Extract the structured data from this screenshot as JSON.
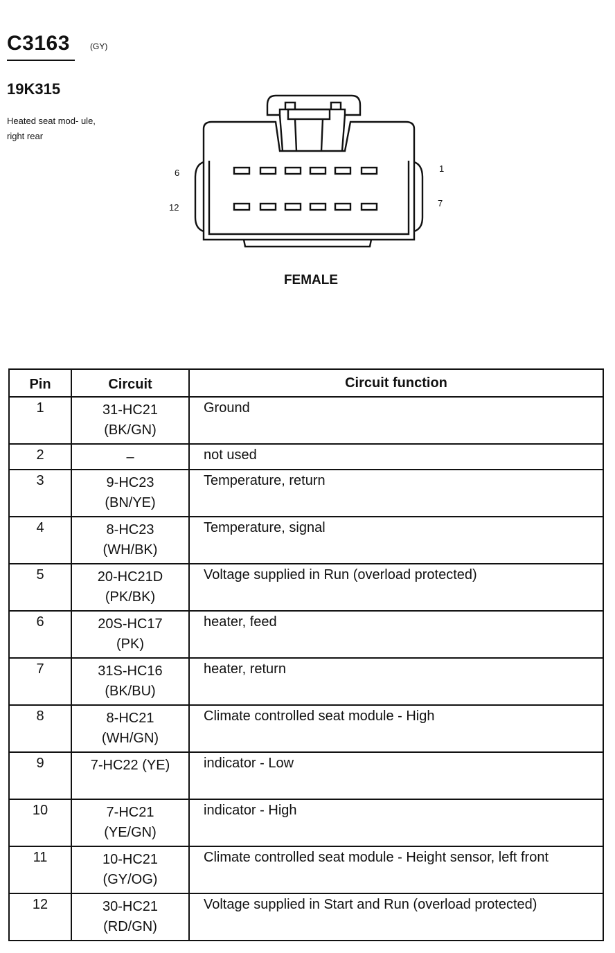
{
  "connector": {
    "id": "C3163",
    "color": "(GY)",
    "part_number": "19K315",
    "description": "Heated seat mod- ule, right rear",
    "gender": "FEMALE",
    "pin_labels": {
      "top_left": "6",
      "bottom_left": "12",
      "top_right": "1",
      "bottom_right": "7"
    }
  },
  "table": {
    "headers": [
      "Pin",
      "Circuit",
      "Circuit function"
    ],
    "rows": [
      {
        "pin": "1",
        "circuit": "31-HC21",
        "wire": "(BK/GN)",
        "function": "Ground"
      },
      {
        "pin": "2",
        "circuit": "–",
        "wire": "",
        "function": "not used"
      },
      {
        "pin": "3",
        "circuit": "9-HC23",
        "wire": "(BN/YE)",
        "function": "Temperature, return"
      },
      {
        "pin": "4",
        "circuit": "8-HC23",
        "wire": "(WH/BK)",
        "function": "Temperature, signal"
      },
      {
        "pin": "5",
        "circuit": "20-HC21D",
        "wire": "(PK/BK)",
        "function": "Voltage supplied in Run (overload protected)"
      },
      {
        "pin": "6",
        "circuit": "20S-HC17",
        "wire": "(PK)",
        "function": "heater, feed"
      },
      {
        "pin": "7",
        "circuit": "31S-HC16",
        "wire": "(BK/BU)",
        "function": "heater, return"
      },
      {
        "pin": "8",
        "circuit": "8-HC21",
        "wire": "(WH/GN)",
        "function": "Climate controlled seat module - High"
      },
      {
        "pin": "9",
        "circuit": "7-HC22 (YE)",
        "wire": "",
        "function": "indicator - Low"
      },
      {
        "pin": "10",
        "circuit": "7-HC21",
        "wire": "(YE/GN)",
        "function": "indicator - High"
      },
      {
        "pin": "11",
        "circuit": "10-HC21",
        "wire": "(GY/OG)",
        "function": "Climate controlled seat module - Height sensor, left front"
      },
      {
        "pin": "12",
        "circuit": "30-HC21",
        "wire": "(RD/GN)",
        "function": "Voltage supplied in Start and Run (overload protected)"
      }
    ]
  }
}
